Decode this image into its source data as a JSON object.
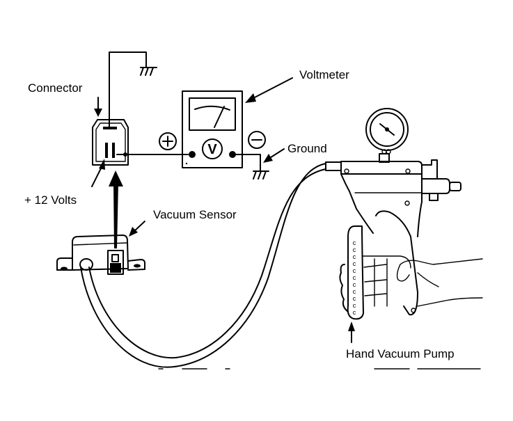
{
  "diagram": {
    "title": "Vacuum Sensor Voltage Test",
    "labels": {
      "connector": "Connector",
      "voltmeter": "Voltmeter",
      "ground": "Ground",
      "plus_12_volts": "+ 12 Volts",
      "vacuum_sensor": "Vacuum Sensor",
      "hand_vacuum_pump": "Hand Vacuum Pump"
    },
    "voltmeter": {
      "symbol": "V",
      "positive_terminal": "+",
      "negative_terminal": "−"
    },
    "colors": {
      "ink": "#000000",
      "background": "#ffffff"
    }
  }
}
